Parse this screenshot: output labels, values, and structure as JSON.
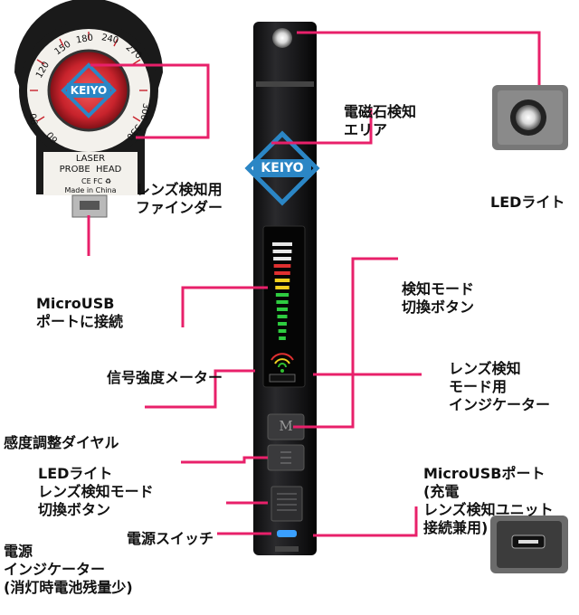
{
  "brand": "KEIYO",
  "probe_head": {
    "dial_numbers": [
      "150",
      "180",
      "240",
      "270",
      "120",
      "300",
      "90",
      "330",
      "60"
    ],
    "caption_line1": "LASER",
    "caption_line2": "PROBE  HEAD",
    "made_in": "Made in China",
    "marks": "CE FC ♻"
  },
  "buttons": {
    "m_label": "M"
  },
  "callouts": {
    "lens_finder": [
      "レンズ検知用",
      "ファインダー"
    ],
    "micro_usb_connect": [
      "MicroUSB",
      "ポートに接続"
    ],
    "signal_meter": [
      "信号強度メーター"
    ],
    "sensitivity_dial": [
      "感度調整ダイヤル"
    ],
    "led_lens_mode_button": [
      "LEDライト",
      "レンズ検知モード",
      "切換ボタン"
    ],
    "power_switch": [
      "電源スイッチ"
    ],
    "power_indicator": [
      "電源",
      "インジケーター",
      "(消灯時電池残量少)"
    ],
    "magnet_area": [
      "電磁石検知",
      "エリア"
    ],
    "led_light": [
      "LEDライト"
    ],
    "detect_mode_button": [
      "検知モード",
      "切換ボタン"
    ],
    "lens_mode_indicator": [
      "レンズ検知",
      "モード用",
      "インジケーター"
    ],
    "micro_usb_port": [
      "MicroUSBポート",
      "(充電",
      "レンズ検知ユニット",
      "接続兼用)"
    ]
  },
  "colors": {
    "callout_line": "#e8206a",
    "device_body": "#1c1c1e",
    "brand_blue": "#2b86c5",
    "lens_red": "#c8232c"
  }
}
